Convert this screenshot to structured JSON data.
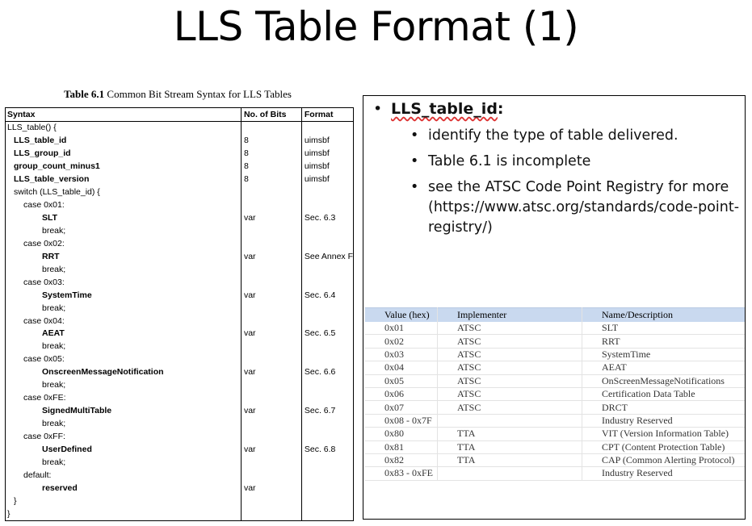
{
  "slide": {
    "title": "LLS Table Format (1)"
  },
  "left_table": {
    "caption_bold": "Table 6.1",
    "caption_rest": "Common Bit Stream Syntax for LLS Tables",
    "headers": [
      "Syntax",
      "No. of Bits",
      "Format"
    ],
    "rows": [
      {
        "syntax": "LLS_table() {",
        "bits": "",
        "format": "",
        "indent": 0,
        "bold": false
      },
      {
        "syntax": "LLS_table_id",
        "bits": "8",
        "format": "uimsbf",
        "indent": 1,
        "bold": true
      },
      {
        "syntax": "LLS_group_id",
        "bits": "8",
        "format": "uimsbf",
        "indent": 1,
        "bold": true
      },
      {
        "syntax": "group_count_minus1",
        "bits": "8",
        "format": "uimsbf",
        "indent": 1,
        "bold": true
      },
      {
        "syntax": "LLS_table_version",
        "bits": "8",
        "format": "uimsbf",
        "indent": 1,
        "bold": true
      },
      {
        "syntax": "switch (LLS_table_id) {",
        "bits": "",
        "format": "",
        "indent": 1,
        "bold": false
      },
      {
        "syntax": "case 0x01:",
        "bits": "",
        "format": "",
        "indent": 2,
        "bold": false
      },
      {
        "syntax": "SLT",
        "bits": "var",
        "format": "Sec. 6.3",
        "indent": 3,
        "bold": true
      },
      {
        "syntax": "break;",
        "bits": "",
        "format": "",
        "indent": 3,
        "bold": false
      },
      {
        "syntax": "case 0x02:",
        "bits": "",
        "format": "",
        "indent": 2,
        "bold": false
      },
      {
        "syntax": "RRT",
        "bits": "var",
        "format": "See Annex F",
        "indent": 3,
        "bold": true
      },
      {
        "syntax": "break;",
        "bits": "",
        "format": "",
        "indent": 3,
        "bold": false
      },
      {
        "syntax": "case 0x03:",
        "bits": "",
        "format": "",
        "indent": 2,
        "bold": false
      },
      {
        "syntax": "SystemTime",
        "bits": "var",
        "format": "Sec. 6.4",
        "indent": 3,
        "bold": true
      },
      {
        "syntax": "break;",
        "bits": "",
        "format": "",
        "indent": 3,
        "bold": false
      },
      {
        "syntax": "case 0x04:",
        "bits": "",
        "format": "",
        "indent": 2,
        "bold": false
      },
      {
        "syntax": "AEAT",
        "bits": "var",
        "format": "Sec. 6.5",
        "indent": 3,
        "bold": true
      },
      {
        "syntax": "break;",
        "bits": "",
        "format": "",
        "indent": 3,
        "bold": false
      },
      {
        "syntax": "case 0x05:",
        "bits": "",
        "format": "",
        "indent": 2,
        "bold": false
      },
      {
        "syntax": "OnscreenMessageNotification",
        "bits": "var",
        "format": "Sec. 6.6",
        "indent": 3,
        "bold": true
      },
      {
        "syntax": "break;",
        "bits": "",
        "format": "",
        "indent": 3,
        "bold": false
      },
      {
        "syntax": "case 0xFE:",
        "bits": "",
        "format": "",
        "indent": 2,
        "bold": false
      },
      {
        "syntax": "SignedMultiTable",
        "bits": "var",
        "format": "Sec. 6.7",
        "indent": 3,
        "bold": true
      },
      {
        "syntax": "break;",
        "bits": "",
        "format": "",
        "indent": 3,
        "bold": false
      },
      {
        "syntax": "case 0xFF:",
        "bits": "",
        "format": "",
        "indent": 2,
        "bold": false
      },
      {
        "syntax": "UserDefined",
        "bits": "var",
        "format": "Sec. 6.8",
        "indent": 3,
        "bold": true
      },
      {
        "syntax": "break;",
        "bits": "",
        "format": "",
        "indent": 3,
        "bold": false
      },
      {
        "syntax": "default:",
        "bits": "",
        "format": "",
        "indent": 2,
        "bold": false
      },
      {
        "syntax": "reserved",
        "bits": "var",
        "format": "",
        "indent": 3,
        "bold": true
      },
      {
        "syntax": "}",
        "bits": "",
        "format": "",
        "indent": 1,
        "bold": false
      },
      {
        "syntax": "}",
        "bits": "",
        "format": "",
        "indent": 0,
        "bold": false
      }
    ]
  },
  "right_panel": {
    "heading_keyword": "LLS_table_id",
    "heading_suffix": ":",
    "bullets": [
      "identify the type of table delivered.",
      "Table 6.1 is incomplete",
      "see the ATSC Code Point Registry for more (https://www.atsc.org/standards/code-point-registry/)"
    ],
    "code_table": {
      "headers": [
        "Value (hex)",
        "Implementer",
        "Name/Description"
      ],
      "rows": [
        [
          "0x01",
          "ATSC",
          "SLT"
        ],
        [
          "0x02",
          "ATSC",
          "RRT"
        ],
        [
          "0x03",
          "ATSC",
          "SystemTime"
        ],
        [
          "0x04",
          "ATSC",
          "AEAT"
        ],
        [
          "0x05",
          "ATSC",
          "OnScreenMessageNotifications"
        ],
        [
          "0x06",
          "ATSC",
          "Certification Data Table"
        ],
        [
          "0x07",
          "ATSC",
          "DRCT"
        ],
        [
          "0x08 - 0x7F",
          "",
          "Industry Reserved"
        ],
        [
          "0x80",
          "TTA",
          "VIT (Version Information Table)"
        ],
        [
          "0x81",
          "TTA",
          "CPT (Content Protection Table)"
        ],
        [
          "0x82",
          "TTA",
          "CAP (Common Alerting Protocol)"
        ],
        [
          "0x83 - 0xFE",
          "",
          "Industry  Reserved"
        ]
      ]
    }
  }
}
